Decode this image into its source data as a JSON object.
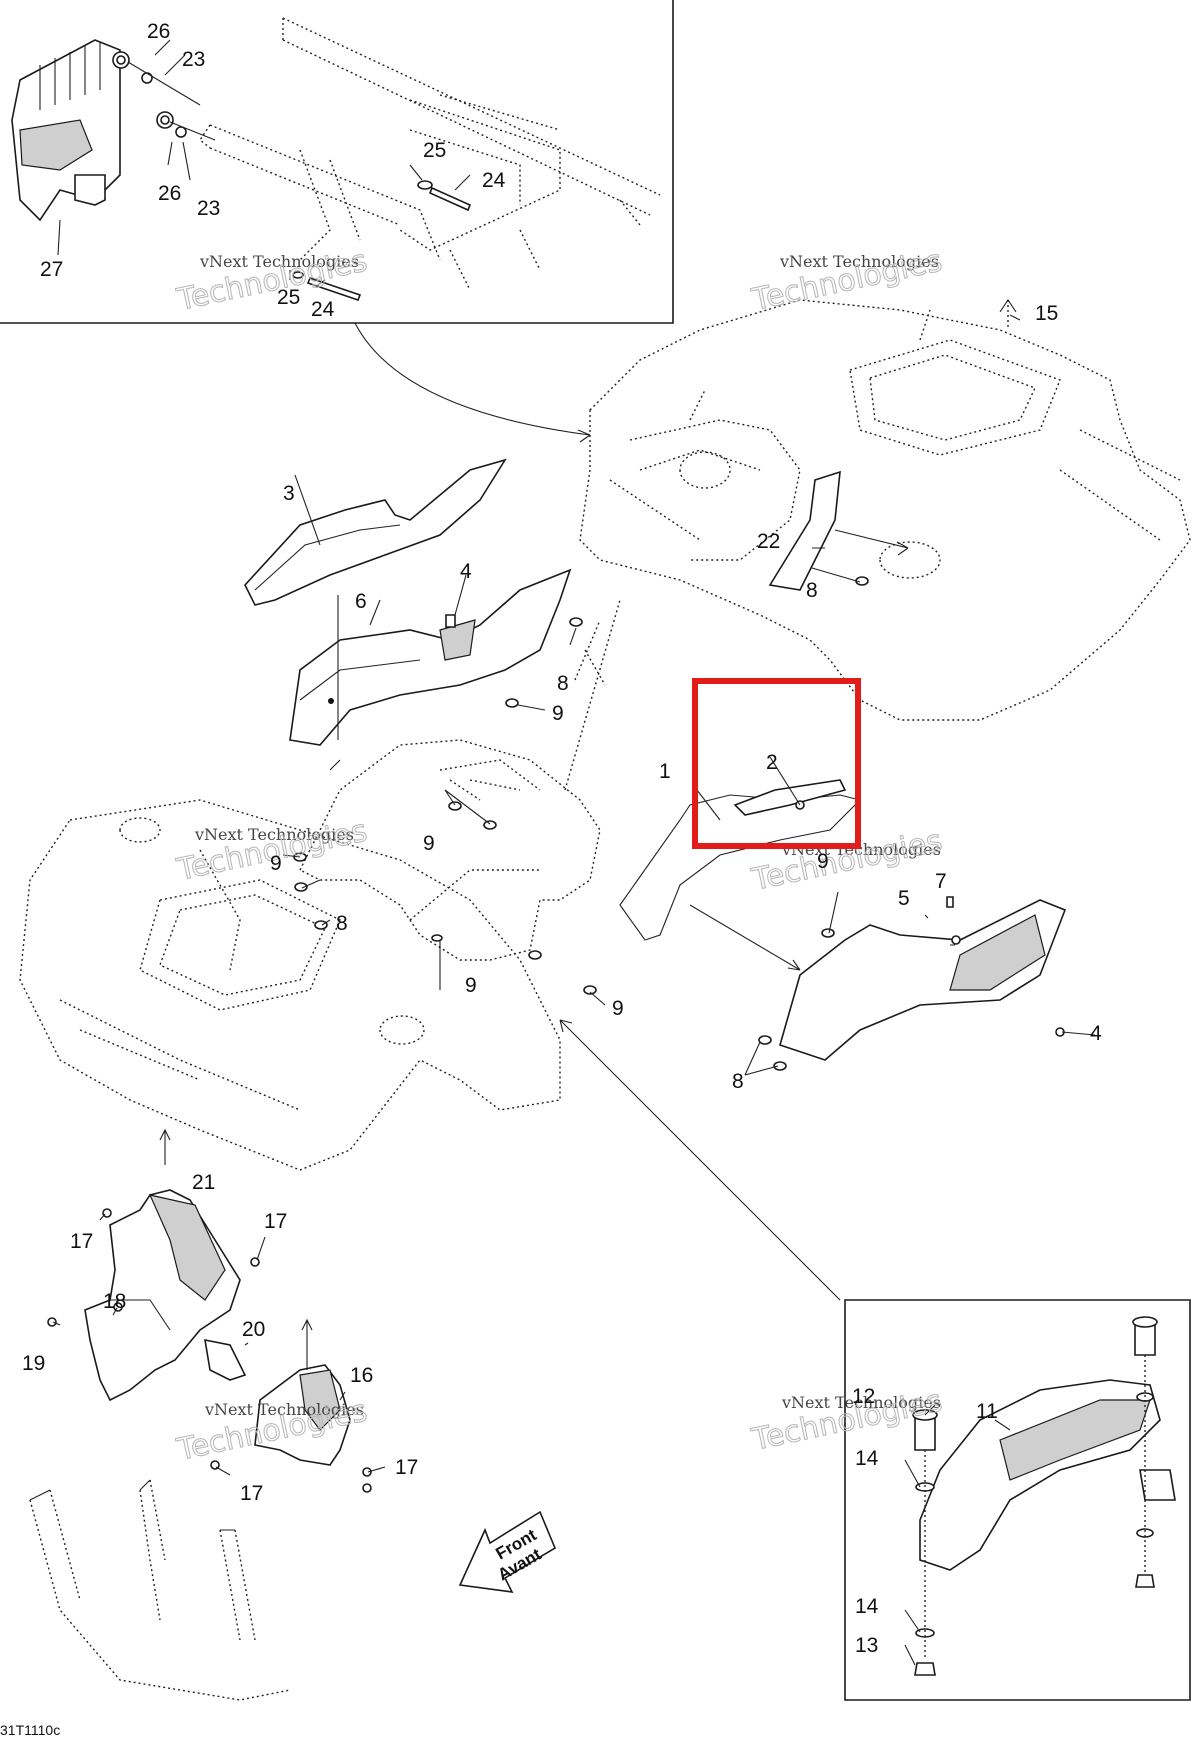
{
  "diagram": {
    "drawing_code": "31T1110c",
    "front_label_line1": "Front",
    "front_label_line2": "Avant",
    "watermark_line1": "vNext Technologies",
    "watermark_line2": "Technologies",
    "highlight_color": "#e21b1b",
    "callouts": {
      "c1": "1",
      "c2": "2",
      "c3": "3",
      "c4a": "4",
      "c4b": "4",
      "c5": "5",
      "c6": "6",
      "c7": "7",
      "c8a": "8",
      "c8b": "8",
      "c8c": "8",
      "c8d": "8",
      "c9a": "9",
      "c9b": "9",
      "c9c": "9",
      "c9d": "9",
      "c9e": "9",
      "c9f": "9",
      "c11": "11",
      "c12": "12",
      "c13": "13",
      "c14a": "14",
      "c14b": "14",
      "c15": "15",
      "c16": "16",
      "c17a": "17",
      "c17b": "17",
      "c17c": "17",
      "c17d": "17",
      "c18": "18",
      "c19": "19",
      "c20": "20",
      "c21": "21",
      "c22": "22",
      "c23a": "23",
      "c23b": "23",
      "c24a": "24",
      "c24b": "24",
      "c25a": "25",
      "c25b": "25",
      "c26a": "26",
      "c26b": "26",
      "c27": "27"
    }
  }
}
